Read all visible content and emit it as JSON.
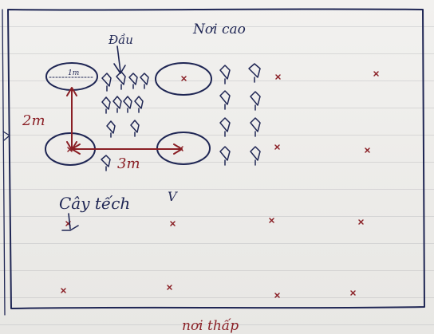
{
  "sketch": {
    "top_label": "Nơi cao",
    "bottom_label": "nơi thấp",
    "head_label": "Đầu",
    "spacing_vertical": "2m",
    "spacing_horizontal": "3m",
    "small_label": "1m",
    "tree_label": "Cây tếch",
    "mark_v": "V"
  },
  "colors": {
    "ink_blue": "#1f2654",
    "ink_red": "#8a1f25",
    "paper": "#f2f1ef"
  }
}
